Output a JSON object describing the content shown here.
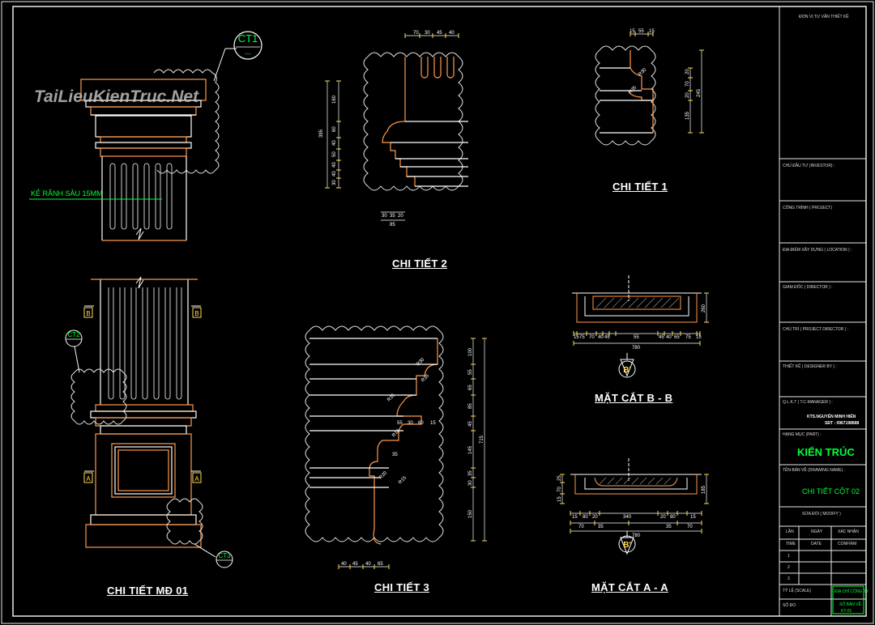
{
  "watermark": "TaiLieuKienTruc.Net",
  "labels": {
    "chi_tiet_md01": "CHI TIẾT MĐ 01",
    "chi_tiet_2": "CHI TIẾT 2",
    "chi_tiet_3": "CHI TIẾT 3",
    "chi_tiet_1": "CHI TIẾT 1",
    "mat_cat_bb": "MẶT CẮT B - B",
    "mat_cat_aa": "MẶT CẮT A - A"
  },
  "notes": {
    "groove": "KẺ RÃNH SÂU 15MM"
  },
  "callouts": {
    "ct1": "CT1",
    "ct2": "CT2",
    "ct3": "CT3",
    "section_b": "B",
    "section_a": "A",
    "b_prime": "B'"
  },
  "dimensions": {
    "ct2_top": [
      "70",
      "30",
      "45",
      "40"
    ],
    "ct2_left": [
      "160",
      "60",
      "40",
      "50",
      "40",
      "40",
      "30"
    ],
    "ct2_total": "395",
    "ct2_bottom": [
      "30",
      "35",
      "20"
    ],
    "ct2_bottom_total": "85",
    "ct1_top": [
      "15",
      "55",
      "15"
    ],
    "ct1_right": [
      "20",
      "70",
      "20",
      "135"
    ],
    "ct1_total": "245",
    "ct1_radius": [
      "R30",
      "R35"
    ],
    "ct3_right": [
      "100",
      "55",
      "65",
      "85",
      "45",
      "145",
      "35",
      "30",
      "150"
    ],
    "ct3_total": "715",
    "ct3_inner": [
      "55",
      "30",
      "60",
      "15",
      "35"
    ],
    "ct3_radius": [
      "R30",
      "R35",
      "R35",
      "R10",
      "R20",
      "R15"
    ],
    "ct3_bottom": [
      "40",
      "45",
      "40",
      "65"
    ],
    "bb_bottom": [
      "15",
      "75",
      "70",
      "40",
      "45",
      "55",
      "45",
      "40",
      "65",
      "75",
      "15"
    ],
    "bb_total": "780",
    "bb_height": "260",
    "aa_row1": [
      "15",
      "80",
      "20",
      "340",
      "20",
      "80",
      "15"
    ],
    "aa_row2": [
      "70",
      "35",
      "35",
      "70"
    ],
    "aa_total": "780",
    "aa_left": [
      "25",
      "70",
      "15"
    ],
    "aa_right": "185"
  },
  "title_block": {
    "company": "ĐƠN VỊ TƯ VẤN THIẾT KẾ",
    "investor": "CHỦ ĐẦU TƯ (INVESTOR) :",
    "project": "CÔNG TRÌNH ( PROJECT)",
    "location": "ĐỊA ĐIỂM XÂY DỰNG ( LOCATION ) :",
    "director": "GIÁM ĐỐC ( DIRECTOR ) :",
    "project_director": "CHỦ TRÌ ( PROJECT DIRECTOR ) :",
    "designer": "THIẾT KẾ ( DESIGNER BY ) :",
    "manager": "Q.L.K.T ( T.C-MANAGER ) :",
    "person": "KTS.NGUYỄN MINH HIẾN",
    "phone": "SĐT : 0967198888",
    "part_label": "HẠNG MỤC (PART) :",
    "part": "KIẾN TRÚC",
    "drawing_name_label": "TÊN BẢN VẼ (DRAWING NAME) :",
    "drawing_name": "CHI TIẾT CỘT 02",
    "modify": "SỬA ĐỔI ( MODIFY )",
    "table_head": [
      "LẦN",
      "NGÀY",
      "XÁC NHẬN"
    ],
    "table_sub": [
      "TIME",
      "DATE",
      "CONFIRM"
    ],
    "rows": [
      "1",
      "2",
      "3"
    ],
    "scale": "TỶ LỆ (SCALE)",
    "sheet_no": "SỐ BẢN VẼ",
    "sheet_code": "KT-01",
    "stamp": "ĐỊA CHỈ CÔNG TY",
    "so_do": "SỐ ĐO"
  }
}
